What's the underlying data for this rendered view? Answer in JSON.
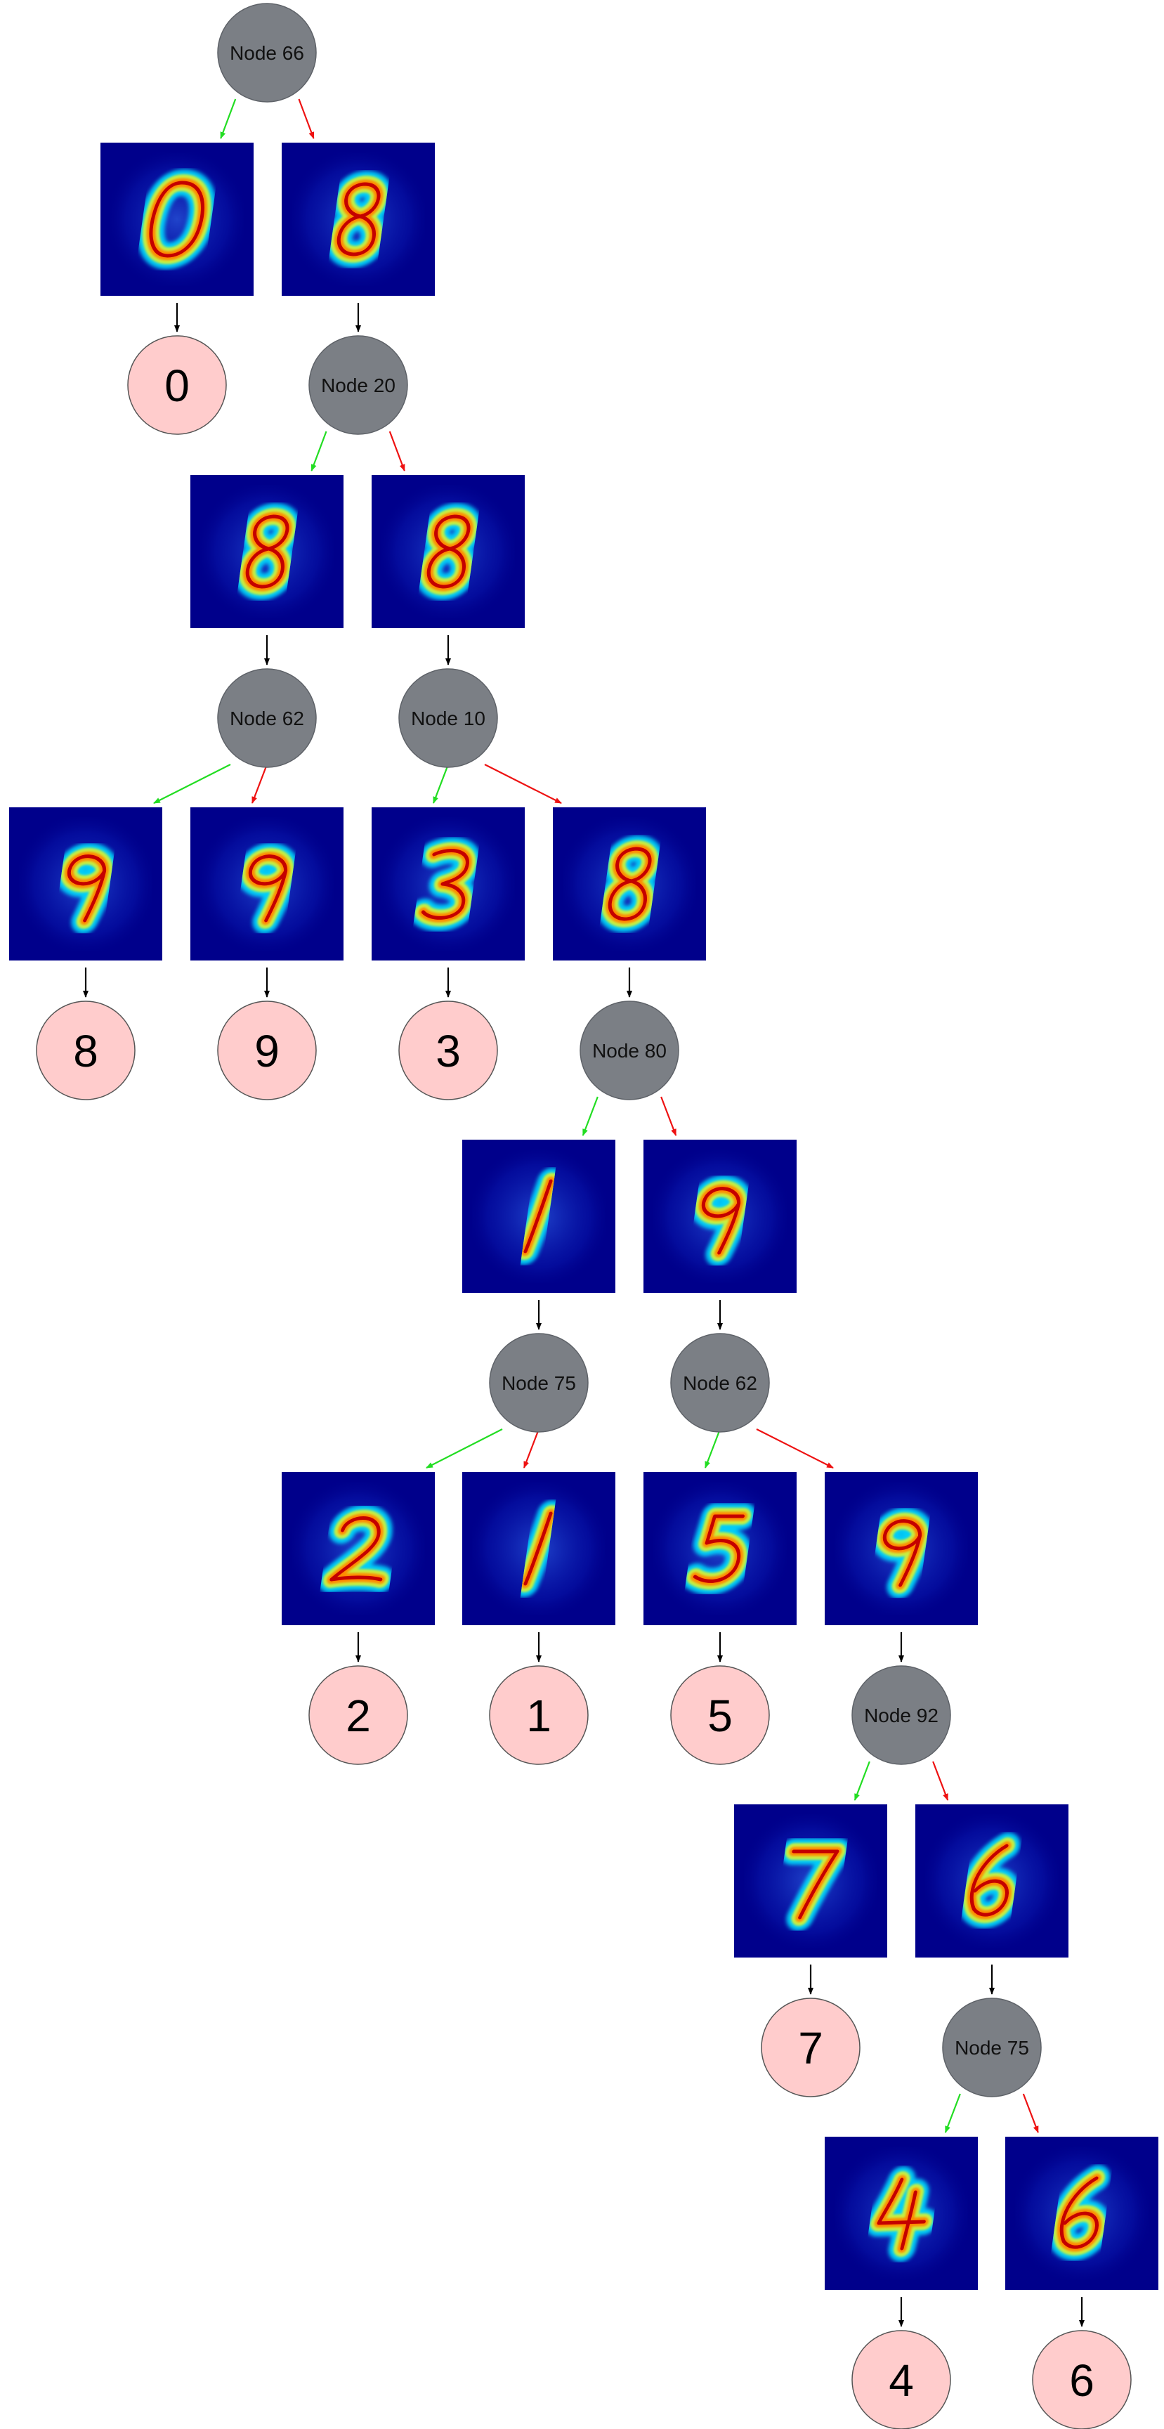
{
  "colors": {
    "decision_node": "#7b7f85",
    "leaf_node": "#ffcccc",
    "left_edge": "#22dd22",
    "right_edge": "#ee1111",
    "link_edge": "#000000",
    "heatmap_background": "#00008b"
  },
  "decision_nodes": [
    {
      "id": "n66",
      "label": "Node 66"
    },
    {
      "id": "n20",
      "label": "Node 20"
    },
    {
      "id": "n62a",
      "label": "Node 62"
    },
    {
      "id": "n10",
      "label": "Node 10"
    },
    {
      "id": "n80",
      "label": "Node 80"
    },
    {
      "id": "n75a",
      "label": "Node 75"
    },
    {
      "id": "n62b",
      "label": "Node 62"
    },
    {
      "id": "n92",
      "label": "Node 92"
    },
    {
      "id": "n75b",
      "label": "Node 75"
    }
  ],
  "leaf_nodes": [
    {
      "id": "l0",
      "label": "0"
    },
    {
      "id": "l8",
      "label": "8"
    },
    {
      "id": "l9",
      "label": "9"
    },
    {
      "id": "l3",
      "label": "3"
    },
    {
      "id": "l2",
      "label": "2"
    },
    {
      "id": "l1",
      "label": "1"
    },
    {
      "id": "l5",
      "label": "5"
    },
    {
      "id": "l7",
      "label": "7"
    },
    {
      "id": "l4",
      "label": "4"
    },
    {
      "id": "l6",
      "label": "6"
    }
  ],
  "prototype_images": [
    {
      "id": "p0",
      "depicts": "0"
    },
    {
      "id": "p8a",
      "depicts": "8"
    },
    {
      "id": "p9a",
      "depicts": "9"
    },
    {
      "id": "p8b",
      "depicts": "8"
    },
    {
      "id": "p8c",
      "depicts": "8"
    },
    {
      "id": "p9b",
      "depicts": "9"
    },
    {
      "id": "p3",
      "depicts": "3"
    },
    {
      "id": "p8d",
      "depicts": "8"
    },
    {
      "id": "p1a",
      "depicts": "1"
    },
    {
      "id": "p9c",
      "depicts": "9"
    },
    {
      "id": "p2",
      "depicts": "2"
    },
    {
      "id": "p1b",
      "depicts": "1"
    },
    {
      "id": "p5",
      "depicts": "5"
    },
    {
      "id": "p9d",
      "depicts": "9"
    },
    {
      "id": "p7",
      "depicts": "7"
    },
    {
      "id": "p6a",
      "depicts": "6"
    },
    {
      "id": "p4",
      "depicts": "4"
    },
    {
      "id": "p6b",
      "depicts": "6"
    }
  ]
}
